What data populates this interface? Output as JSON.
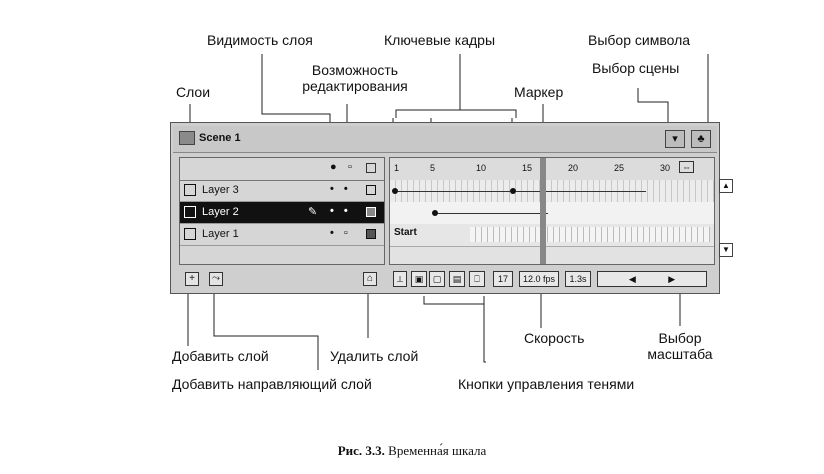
{
  "callouts": {
    "layers": "Слои",
    "layer_visibility": "Видимость слоя",
    "edit_lock": "Возможность редактирования",
    "keyframes": "Ключевые кадры",
    "marker": "Маркер",
    "symbol_select": "Выбор символа",
    "scene_select": "Выбор сцены",
    "add_layer": "Добавить слой",
    "add_guide_layer": "Добавить направляющий слой",
    "delete_layer": "Удалить слой",
    "speed": "Скорость",
    "onion_buttons": "Кнопки управления тенями",
    "zoom_select": "Выбор масштаба"
  },
  "caption": {
    "number": "Рис. 3.3.",
    "text": "Временна́я шкала"
  },
  "timeline": {
    "scene_name": "Scene 1",
    "ruler": [
      "1",
      "5",
      "10",
      "15",
      "20",
      "25",
      "30"
    ],
    "layers": [
      {
        "name": "Layer 3",
        "selected": false
      },
      {
        "name": "Layer 2",
        "selected": true
      },
      {
        "name": "Layer 1",
        "selected": false
      }
    ],
    "frame_label": "Start",
    "status": {
      "current_frame": "17",
      "fps": "12.0 fps",
      "elapsed": "1.3s"
    }
  }
}
